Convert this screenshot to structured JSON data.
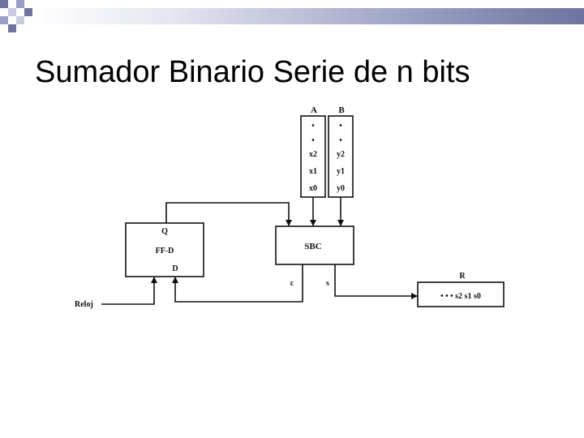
{
  "slide": {
    "title": "Sumador Binario Serie de n bits"
  },
  "diagram": {
    "register_a": {
      "label": "A",
      "cells": [
        "•",
        "•",
        "x2",
        "x1",
        "x0"
      ]
    },
    "register_b": {
      "label": "B",
      "cells": [
        "•",
        "•",
        "y2",
        "y1",
        "y0"
      ]
    },
    "adder": {
      "label": "SBC",
      "carry_out": "c",
      "sum_out": "s"
    },
    "flipflop": {
      "label": "FF-D",
      "output": "Q",
      "input": "D"
    },
    "clock": {
      "label": "Reloj"
    },
    "result": {
      "label": "R",
      "contents": "• • •  s2 s1 s0"
    }
  },
  "colors": {
    "accent_dark": "#6f739e",
    "accent_mid": "#9a9ec2",
    "accent_light": "#c9cbe0"
  }
}
